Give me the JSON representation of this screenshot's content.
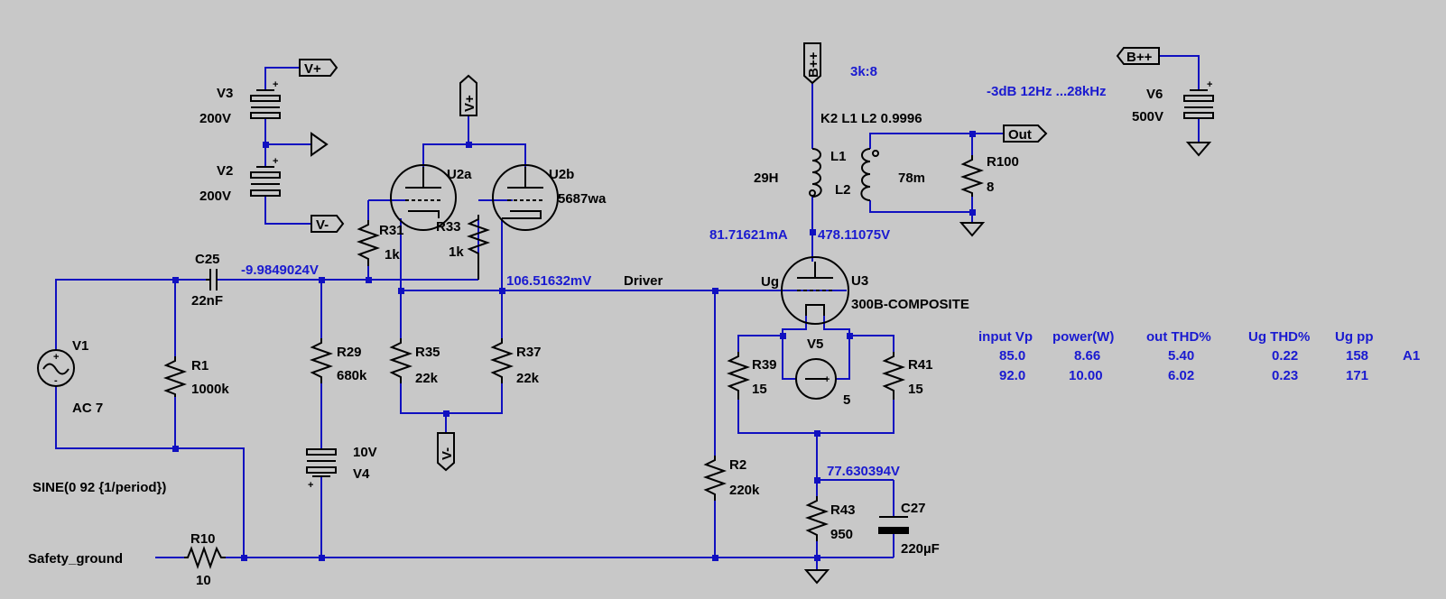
{
  "colors": {
    "background": "#c8c8c8",
    "wire": "#1010c0",
    "part": "#000000",
    "annotation": "#1a1ad0"
  },
  "components": {
    "v1": {
      "name": "V1",
      "value": "AC 7",
      "spec": "SINE(0 92 {1/period})"
    },
    "v2": {
      "name": "V2",
      "value": "200V"
    },
    "v3": {
      "name": "V3",
      "value": "200V"
    },
    "v4": {
      "name": "V4",
      "value": "10V"
    },
    "v5": {
      "name": "V5",
      "value": "5"
    },
    "v6": {
      "name": "V6",
      "value": "500V"
    },
    "c25": {
      "name": "C25",
      "value": "22nF"
    },
    "c27": {
      "name": "C27",
      "value": "220µF"
    },
    "r1": {
      "name": "R1",
      "value": "1000k"
    },
    "r2": {
      "name": "R2",
      "value": "220k"
    },
    "r10": {
      "name": "R10",
      "value": "10"
    },
    "r29": {
      "name": "R29",
      "value": "680k"
    },
    "r31": {
      "name": "R31",
      "value": "1k"
    },
    "r33": {
      "name": "R33",
      "value": "1k"
    },
    "r35": {
      "name": "R35",
      "value": "22k"
    },
    "r37": {
      "name": "R37",
      "value": "22k"
    },
    "r39": {
      "name": "R39",
      "value": "15"
    },
    "r41": {
      "name": "R41",
      "value": "15"
    },
    "r43": {
      "name": "R43",
      "value": "950"
    },
    "r100": {
      "name": "R100",
      "value": "8"
    },
    "u2a": {
      "name": "U2a"
    },
    "u2b": {
      "name": "U2b",
      "value": "5687wa"
    },
    "u3": {
      "name": "U3",
      "value": "300B-COMPOSITE"
    },
    "l1": {
      "name": "L1",
      "value": "29H"
    },
    "l2": {
      "name": "L2",
      "value": "78m"
    }
  },
  "net_labels": {
    "vplus": "V+",
    "vminus": "V-",
    "bpp": "B++",
    "out": "Out",
    "driver": "Driver",
    "ug": "Ug",
    "safety": "Safety_ground"
  },
  "annotations": {
    "coupling": "K2 L1 L2 0.9996",
    "ratio": "3k:8",
    "bandwidth": "-3dB 12Hz ...28kHz",
    "v_grid_drive": "-9.9849024V",
    "v_driver": "106.51632mV",
    "i_plate": "81.71621mA",
    "v_plate": "478.11075V",
    "v_cathode": "77.630394V"
  },
  "results_table": {
    "headers": [
      "input Vp",
      "power(W)",
      "out THD%",
      "Ug THD%",
      "Ug pp"
    ],
    "rows": [
      {
        "cells": [
          "85.0",
          "8.66",
          "5.40",
          "0.22",
          "158"
        ],
        "tag": "A1"
      },
      {
        "cells": [
          "92.0",
          "10.00",
          "6.02",
          "0.23",
          "171"
        ],
        "tag": ""
      }
    ]
  },
  "symbols": {
    "plus": "+",
    "minus": "-"
  }
}
